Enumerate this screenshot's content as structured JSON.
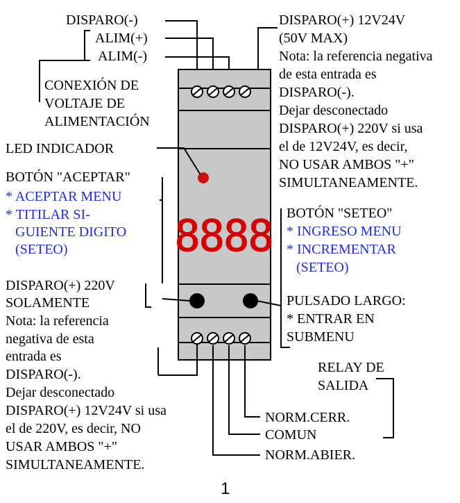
{
  "labels": {
    "disparo_neg": "DISPARO(-)",
    "alim_pos": "ALIM(+)",
    "alim_neg": "ALIM(-)",
    "conexion": [
      "CONEXIÓN DE",
      "VOLTAJE DE",
      "ALIMENTACIÓN"
    ],
    "led": "LED INDICADOR",
    "aceptar_title": "BOTÓN \"ACEPTAR\"",
    "aceptar_items": [
      "* ACEPTAR MENU",
      "* TITILAR SI-",
      "  GUIENTE DIGITO",
      "  (SETEO)"
    ],
    "disparo_220_left": [
      "DISPARO(+) 220V",
      "SOLAMENTE",
      "Nota: la referencia",
      "negativa de esta",
      "entrada es",
      "DISPARO(-).",
      "Dejar desconectado",
      "DISPARO(+) 12V24V si usa",
      "el de 220V, es decir, NO",
      "USAR AMBOS \"+\"",
      "SIMULTANEAMENTE."
    ],
    "disparo_12_right": [
      "DISPARO(+) 12V24V",
      "(50V MAX)",
      "Nota: la referencia negativa",
      "de esta entrada es",
      "DISPARO(-).",
      "Dejar desconectado",
      "DISPARO(+) 220V si usa",
      "el de 12V24V, es decir,",
      "NO USAR AMBOS \"+\"",
      "SIMULTANEAMENTE."
    ],
    "seteo_title": "BOTÓN \"SETEO\"",
    "seteo_items": [
      "* INGRESO MENU",
      "* INCREMENTAR",
      "  (SETEO)"
    ],
    "pulsado": [
      "PULSADO LARGO:",
      " * ENTRAR EN",
      "   SUBMENU"
    ],
    "relay": [
      "RELAY DE",
      "SALIDA"
    ],
    "norm_cerr": "NORM.CERR.",
    "comun": "COMUN",
    "norm_abier": "NORM.ABIER."
  },
  "display_value": "8888",
  "page_number": "1",
  "colors": {
    "device": "#c8c8c8",
    "led": "#cc1111",
    "segments": "#d40000",
    "blue_text": "#1f2fd1"
  },
  "icons": {
    "terminal": "screw-terminal-icon",
    "button": "push-button-icon"
  }
}
